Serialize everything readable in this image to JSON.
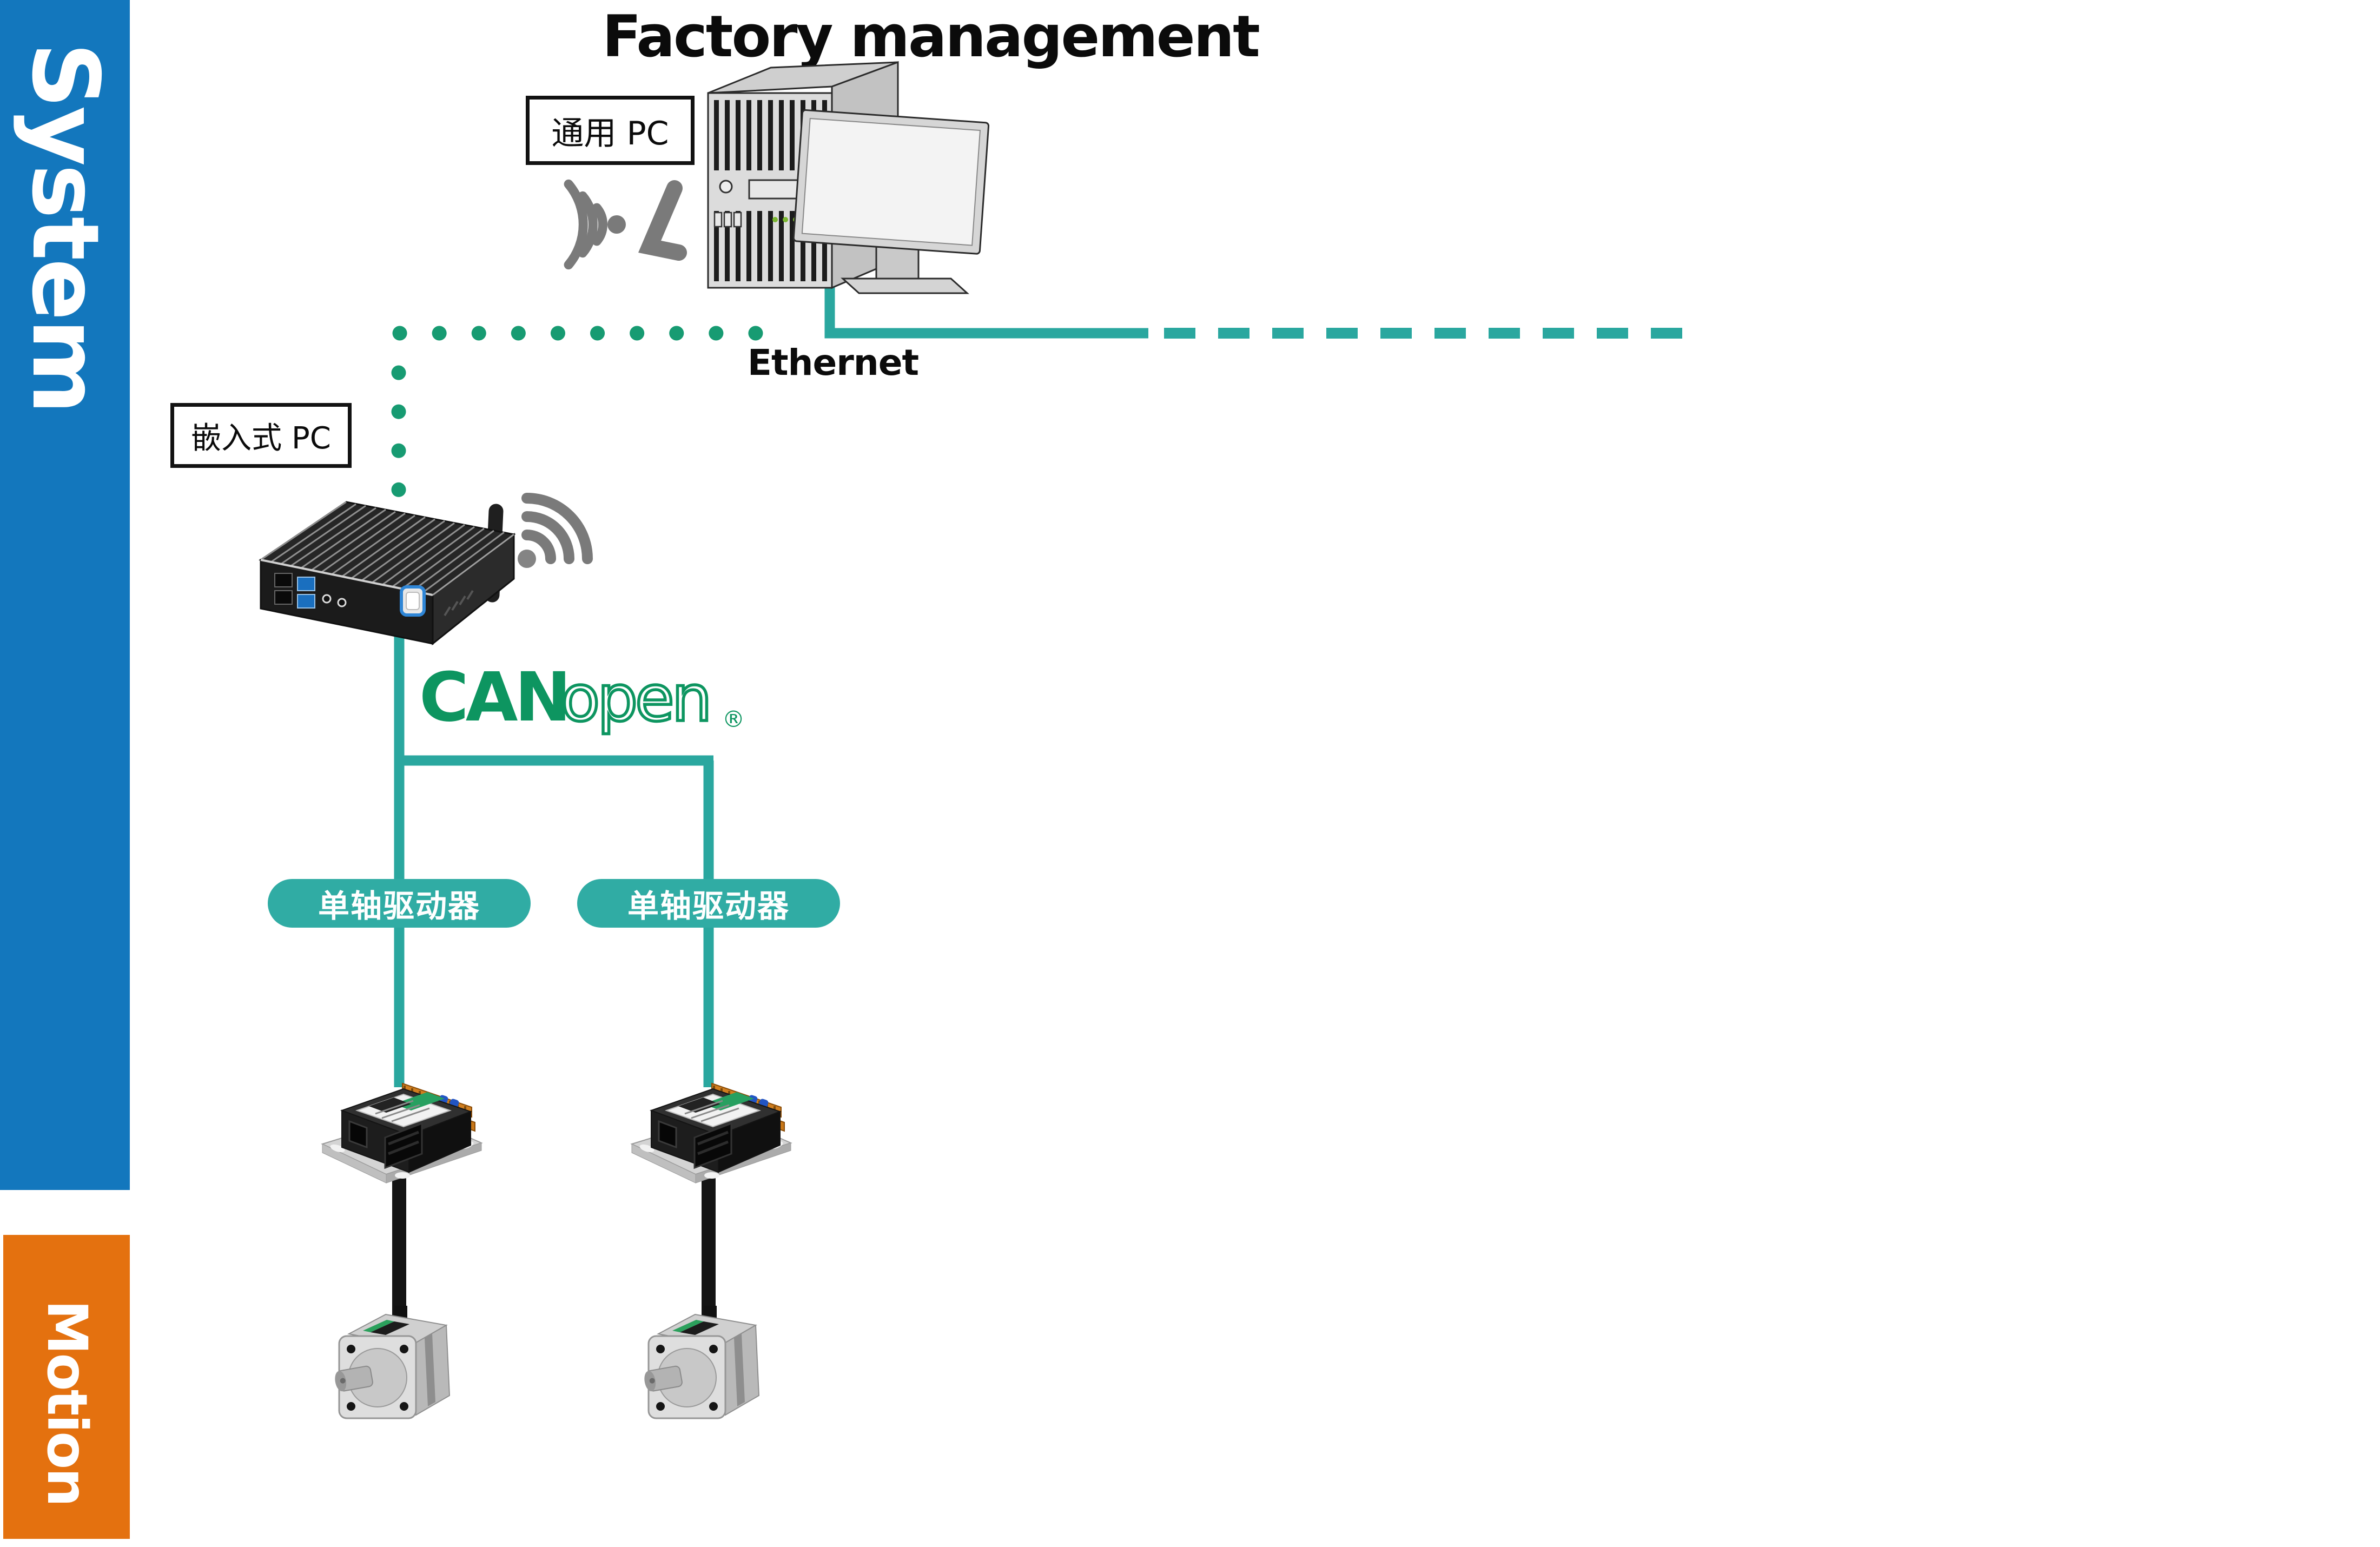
{
  "sidebar": {
    "system_label": "System",
    "motion_label": "Motion"
  },
  "title": "Factory management",
  "labels": {
    "general_pc": "通用 PC",
    "embedded_pc": "嵌入式 PC",
    "ethernet": "Ethernet"
  },
  "canopen": {
    "can": "CAN",
    "open": "open",
    "registered": "®"
  },
  "drivers": [
    {
      "label": "单轴驱动器"
    },
    {
      "label": "单轴驱动器"
    }
  ],
  "icons": {
    "wireless_antenna": "wireless-antenna-icon",
    "wifi_signal": "wifi-signal-icon"
  },
  "colors": {
    "system_blue": "#1377BD",
    "motion_orange": "#E4710F",
    "ethernet_teal": "#2AA79F",
    "dot_green": "#179B72",
    "pill_teal": "#30ACA4",
    "canopen_green": "#0D9560",
    "icon_gray": "#7A7A7A",
    "title_black": "#0B0B0B"
  }
}
